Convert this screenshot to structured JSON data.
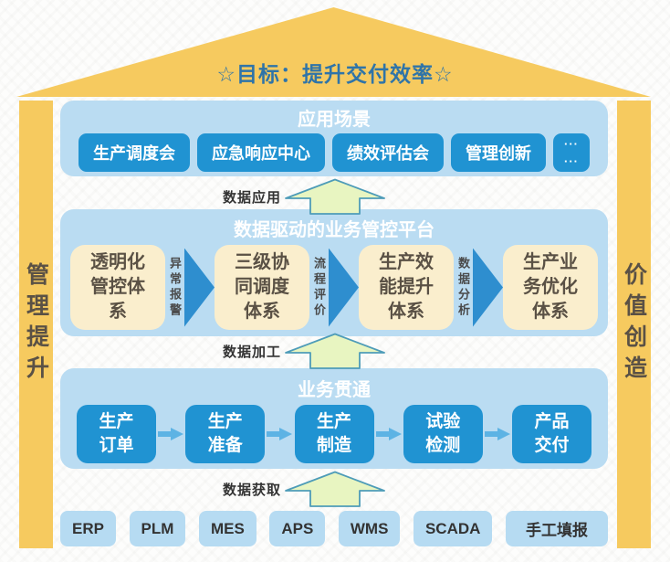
{
  "roof": {
    "title": "☆目标：提升交付效率☆"
  },
  "pillars": {
    "left": "管理提升",
    "right": "价值创造"
  },
  "arrows": {
    "apply": "数据应用",
    "process": "数据加工",
    "acquire": "数据获取"
  },
  "scenarios": {
    "title": "应用场景",
    "items": [
      "生产调度会",
      "应急响应中心",
      "绩效评估会",
      "管理创新"
    ],
    "more": "···\n···"
  },
  "platform": {
    "title": "数据驱动的业务管控平台",
    "boxes": [
      "透明化管控体系",
      "三级协同调度体系",
      "生产效能提升体系",
      "生产业务优化体系"
    ],
    "connectors": [
      "异常报警",
      "流程评价",
      "数据分析"
    ]
  },
  "business": {
    "title": "业务贯通",
    "steps": [
      "生产订单",
      "生产准备",
      "生产制造",
      "试验检测",
      "产品交付"
    ]
  },
  "systems": [
    "ERP",
    "PLM",
    "MES",
    "APS",
    "WMS",
    "SCADA",
    "手工填报"
  ],
  "colors": {
    "roof_gold": "#f6ca5f",
    "panel_blue": "#badcf2",
    "chip_blue": "#2093d2",
    "tri_blue": "#2e8ecf",
    "steparrow_blue": "#5db3e4",
    "cream": "#faeecd",
    "cream_text": "#5a5145",
    "uparrow_fill": "#e8f5c1",
    "uparrow_stroke": "#4e9cb8",
    "sys_blue": "#b6dbf2",
    "goal_blue": "#2f74a8"
  }
}
